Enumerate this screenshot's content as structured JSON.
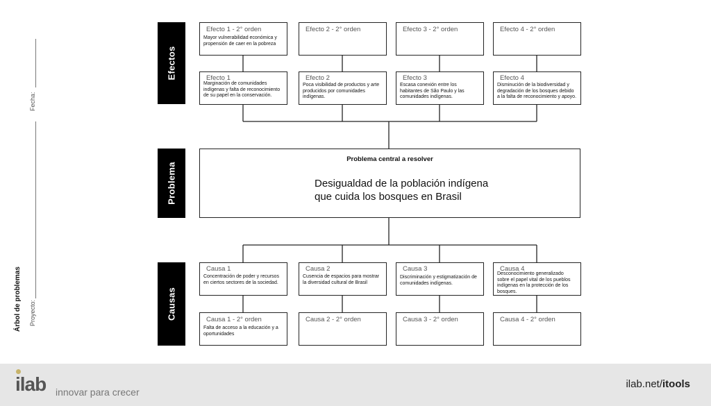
{
  "sidebar": {
    "title": "Árbol de problemas",
    "fecha": "Fecha:",
    "proyecto": "Proyecto:"
  },
  "sections": {
    "efectos": "Efectos",
    "problema": "Problema",
    "causas": "Causas"
  },
  "effects_second": [
    {
      "title": "Efecto 1 - 2° orden",
      "text": "Mayor vulnerabilidad económica y propensión de caer en la pobreza"
    },
    {
      "title": "Efecto 2 - 2° orden",
      "text": ""
    },
    {
      "title": "Efecto 3 - 2° orden",
      "text": ""
    },
    {
      "title": "Efecto 4 - 2° orden",
      "text": ""
    }
  ],
  "effects": [
    {
      "title": "Efecto 1",
      "text": "Marginación de comunidades indígenas y falta de reconocimiento de su papel en la conservación."
    },
    {
      "title": "Efecto 2",
      "text": "Poca visibilidad de productos y arte producidos por comunidades indígenas."
    },
    {
      "title": "Efecto 3",
      "text": "Escasa conexión entre los habitantes de São Paulo y las comunidades indígenas."
    },
    {
      "title": "Efecto 4",
      "text": "Disminución de la biodiversidad y degradación de los bosques debido a la falta de reconocimiento y apoyo."
    }
  ],
  "central": {
    "title": "Problema central a resolver",
    "line1": "Desigualdad de la población indígena",
    "line2": "que cuida los bosques en Brasil"
  },
  "causes": [
    {
      "title": "Causa 1",
      "text": "Concentración de poder y recursos en ciertos sectores de la sociedad."
    },
    {
      "title": "Causa 2",
      "text": "Cusencia de espacios para mostrar la diversidad cultural de Brasil"
    },
    {
      "title": "Causa 3",
      "text": "Discriminación y estigmatización de comunidades indígenas."
    },
    {
      "title": "Causa 4",
      "text": "Desconocimiento generalizado sobre el papel vital de los pueblos indígenas en la protección de los bosques."
    }
  ],
  "causes_second": [
    {
      "title": "Causa 1 - 2° orden",
      "text": "Falta de acceso a la educación y a oportunidades"
    },
    {
      "title": "Causa 2 - 2° orden",
      "text": ""
    },
    {
      "title": "Causa 3 - 2° orden",
      "text": ""
    },
    {
      "title": "Causa 4 - 2° orden",
      "text": ""
    }
  ],
  "footer": {
    "logo": "ilab",
    "tagline": "innovar para crecer",
    "site_prefix": "ilab.net/",
    "site_bold": "itools"
  }
}
